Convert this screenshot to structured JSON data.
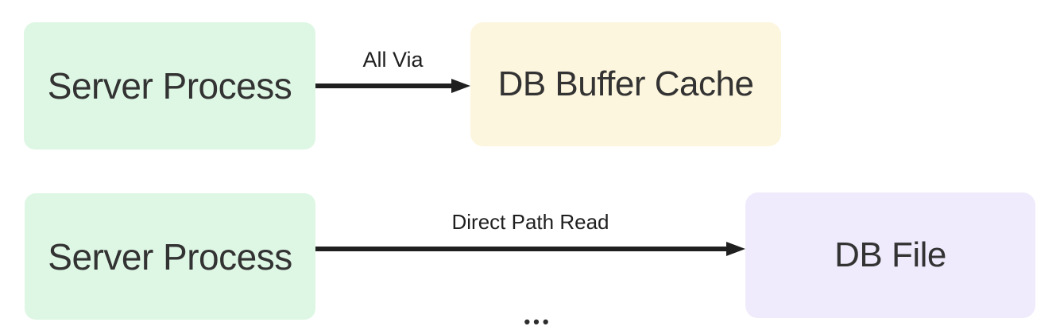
{
  "diagram": {
    "background": "#ffffff",
    "nodes": {
      "server_process_top": {
        "label": "Server Process",
        "bg": "#def7e4"
      },
      "db_buffer_cache": {
        "label": "DB Buffer Cache",
        "bg": "#fdf6de"
      },
      "server_process_bottom": {
        "label": "Server Process",
        "bg": "#def7e4"
      },
      "db_file": {
        "label": "DB File",
        "bg": "#f0ebfc"
      }
    },
    "edges": {
      "all_via": {
        "label": "All Via",
        "from": "Server Process",
        "to": "DB Buffer Cache"
      },
      "direct_path_read": {
        "label": "Direct Path Read",
        "from": "Server Process",
        "to": "DB File"
      }
    },
    "ellipsis_icon": "•••",
    "colors": {
      "arrow": "#1f1f1f",
      "node_text": "#333333",
      "label_text": "#1f1f1f",
      "green_node": "#def7e4",
      "yellow_node": "#fdf6de",
      "purple_node": "#f0ebfc"
    }
  }
}
